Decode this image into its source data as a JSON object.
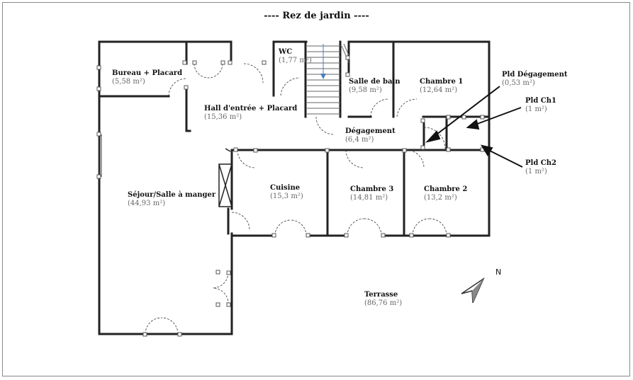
{
  "title": "----  Rez de jardin  ----",
  "north_label": "N",
  "rooms": [
    {
      "id": "bureau",
      "name": "Bureau + Placard",
      "area": "(5,58 m²)"
    },
    {
      "id": "wc",
      "name": "WC",
      "area": "(1,77 m²)"
    },
    {
      "id": "sdb",
      "name": "Salle de bain",
      "area": "(9,58 m²)"
    },
    {
      "id": "ch1",
      "name": "Chambre 1",
      "area": "(12,64 m²)"
    },
    {
      "id": "hall",
      "name": "Hall d'entrée + Placard",
      "area": "(15,36 m²)"
    },
    {
      "id": "deg",
      "name": "Dégagement",
      "area": "(6,4 m²)"
    },
    {
      "id": "pldDeg",
      "name": "Pld Dégagement",
      "area": "(0,53 m²)"
    },
    {
      "id": "pldCh1",
      "name": "Pld Ch1",
      "area": "(1 m²)"
    },
    {
      "id": "pldCh2",
      "name": "Pld Ch2",
      "area": "(1 m²)"
    },
    {
      "id": "sejour",
      "name": "Séjour/Salle à manger",
      "area": "(44,93 m²)"
    },
    {
      "id": "cuisine",
      "name": "Cuisine",
      "area": "(15,3 m²)"
    },
    {
      "id": "ch3",
      "name": "Chambre 3",
      "area": "(14,81 m²)"
    },
    {
      "id": "ch2",
      "name": "Chambre 2",
      "area": "(13,2 m²)"
    },
    {
      "id": "terrasse",
      "name": "Terrasse",
      "area": "(86,76 m²)"
    }
  ]
}
